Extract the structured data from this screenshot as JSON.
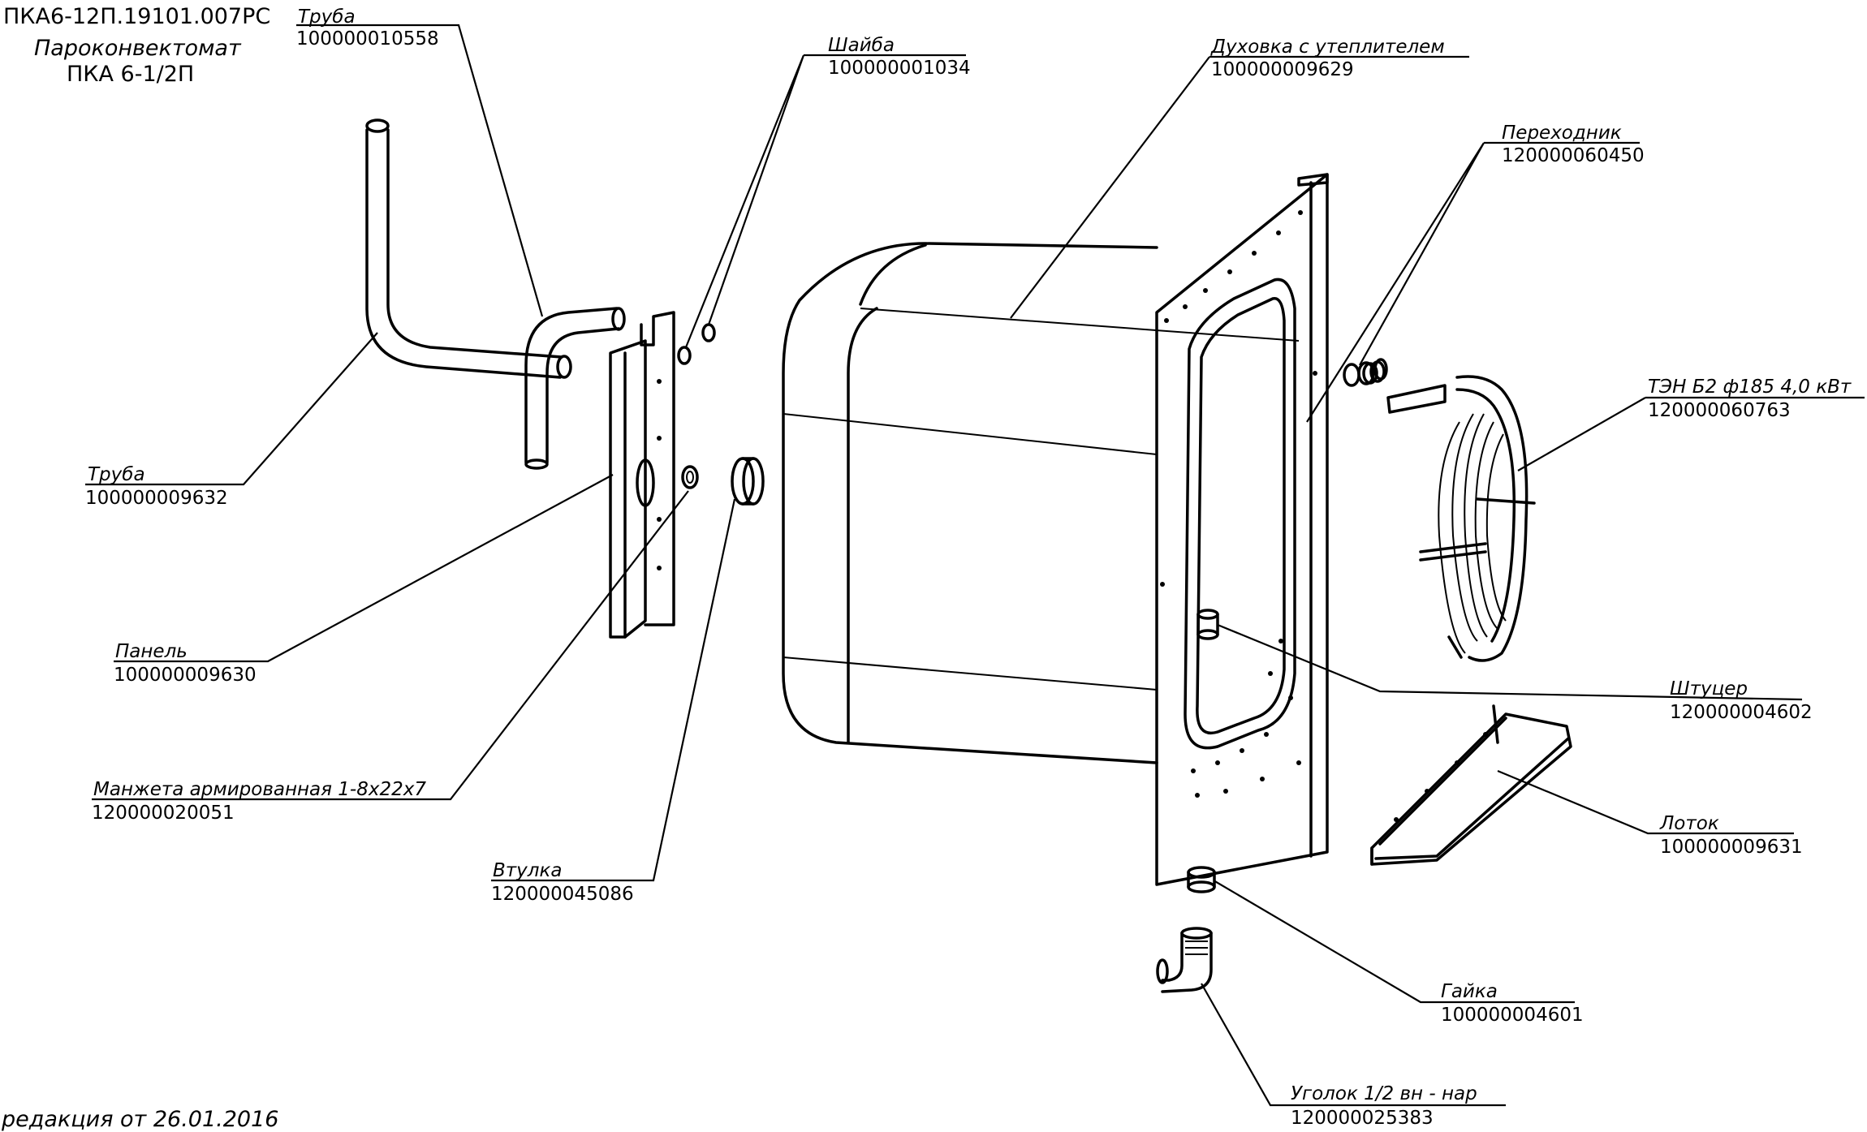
{
  "header": {
    "doc_code": "ПКА6-12П.19101.007РС",
    "product_name": "Пароконвектомат",
    "product_model": "ПКА 6-1/2П"
  },
  "revision": "редакция от 26.01.2016",
  "parts": [
    {
      "id": "truba_top",
      "name": "Труба",
      "code": "100000010558"
    },
    {
      "id": "shaiba",
      "name": "Шайба",
      "code": "100000001034"
    },
    {
      "id": "dukhovka",
      "name": "Духовка с утеплителем",
      "code": "100000009629"
    },
    {
      "id": "perekhodnik",
      "name": "Переходник",
      "code": "120000060450"
    },
    {
      "id": "ten",
      "name": "ТЭН Б2 ф185 4,0 кВт",
      "code": "120000060763"
    },
    {
      "id": "truba_left",
      "name": "Труба",
      "code": "100000009632"
    },
    {
      "id": "panel",
      "name": "Панель",
      "code": "100000009630"
    },
    {
      "id": "shtutser",
      "name": "Штуцер",
      "code": "120000004602"
    },
    {
      "id": "manzheta",
      "name": "Манжета армированная 1-8x22x7",
      "code": "120000020051"
    },
    {
      "id": "lotok",
      "name": "Лоток",
      "code": "100000009631"
    },
    {
      "id": "vtulka",
      "name": "Втулка",
      "code": "120000045086"
    },
    {
      "id": "gaika",
      "name": "Гайка",
      "code": "100000004601"
    },
    {
      "id": "ugolok",
      "name": "Уголок 1/2 вн - нар",
      "code": "120000025383"
    }
  ]
}
